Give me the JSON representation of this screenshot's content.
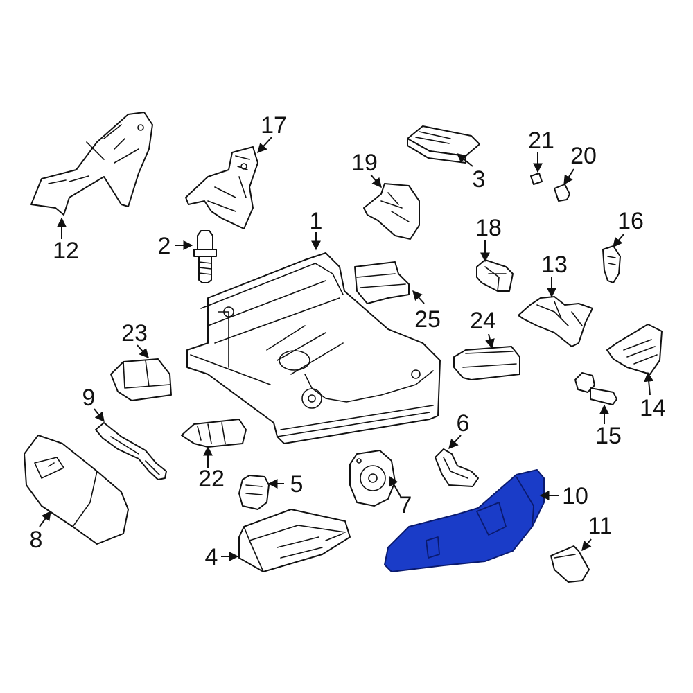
{
  "highlight_color": "#1a3cc8",
  "callouts": {
    "c1": "1",
    "c2": "2",
    "c3": "3",
    "c4": "4",
    "c5": "5",
    "c6": "6",
    "c7": "7",
    "c8": "8",
    "c9": "9",
    "c10": "10",
    "c11": "11",
    "c12": "12",
    "c13": "13",
    "c14": "14",
    "c15": "15",
    "c16": "16",
    "c17": "17",
    "c18": "18",
    "c19": "19",
    "c20": "20",
    "c21": "21",
    "c22": "22",
    "c23": "23",
    "c24": "24",
    "c25": "25"
  }
}
